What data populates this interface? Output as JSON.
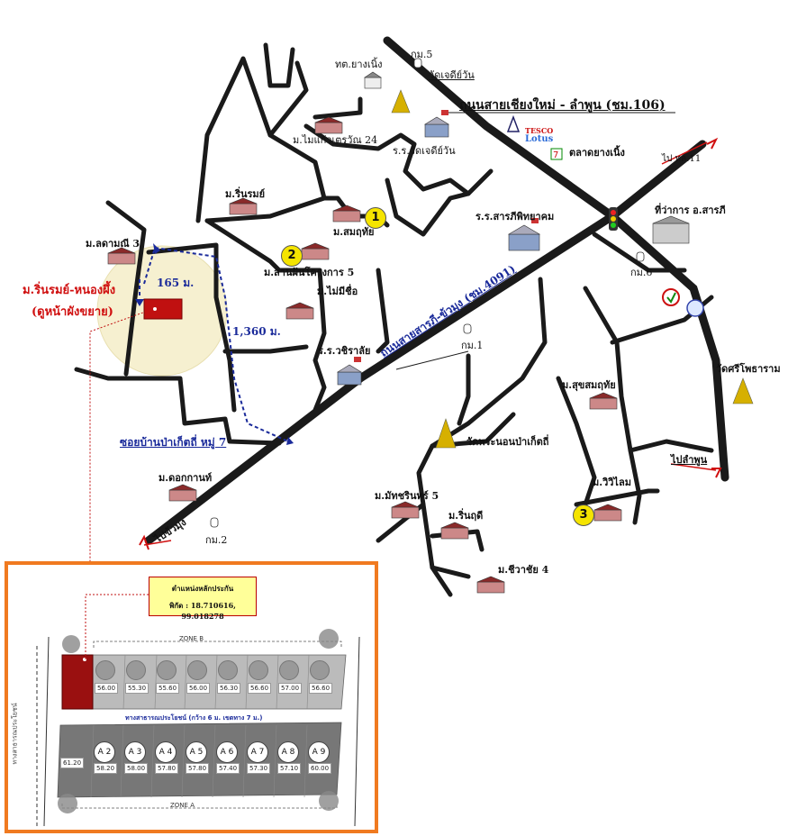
{
  "roads": {
    "main_road": "ถนนสายเชียงใหม่ - ลำพูน (ชม.106)",
    "diag_road": "ถนนสายสารภี-ข้วมุง (ชม.4091)",
    "soi": "ซอยบ้านป่าเก็ตถี่ หมู่ 7",
    "to_khuangmung": "ไปข้วมุง",
    "to_lamphun": "ไปลำพูน",
    "to_11": "ไป ทล.11"
  },
  "landmarks": {
    "km5": "กม.5",
    "wat_chedi_wan": "วัดเจดีย์วัน",
    "thot_yang_noeng": "ทต.ยางเนิ้ง",
    "mu_mai_kaew": "ม.ไมแก้วเตรวัณ 24",
    "rr_wat_chedi_wan": "ร.ร.วัดเจดีย์วัน",
    "tesco": "TESCO",
    "lotus": "Lotus",
    "talat": "ตลาดยางเนิ้ง",
    "m_rinrom": "ม.ริ่นรมย์",
    "m_somchai": "ม.สมฤทัย",
    "rr_saraphi": "ร.ร.สารภีพิทยาคม",
    "amphoe": "ที่ว่าการ อ.สารภี",
    "km6": "กม.6",
    "m_ladamanee": "ม.ลดามณี 3",
    "m_sansin": "ม.สานฝันโครงการ 5",
    "m_noname": "ม.ไม่มีชื่อ",
    "rr_wichai": "ร.ร.วชิราลัย",
    "km1": "กม.1",
    "m_sukhom": "ม.สุขสมฤทัย",
    "wat_sri": "วัดศรีโพธาราม",
    "wat_phra": "วัดพระนอนป่าเก็ตถี่",
    "m_dokkan": "ม.ดอกกานท์",
    "m_wiwilai": "ม.วิวิไลม",
    "m_matcharin": "ม.มัทชรินทร์ 5",
    "km2": "กม.2",
    "m_rinrudee": "ม.ริ่นฤดี",
    "m_chewachai": "ม.ชีวาชัย 4"
  },
  "subject": {
    "title": "ม.ริ่นรมย์-หนองผึ้ง",
    "note": "(ดูหน้าผังขยาย)"
  },
  "distances": {
    "d1": "165 ม.",
    "d2": "1,360 ม."
  },
  "markers": [
    "1",
    "2",
    "3"
  ],
  "inset": {
    "callout_title": "ตำแหน่งหลักประกัน",
    "coords": "พิกัด : 18.710616, 99.018278",
    "zone_b": "ZONE B",
    "zone_a": "ZONE A",
    "street": "ทางสาธารณประโยชน์ (กว้าง 6 ม. เขตทาง 7 ม.)",
    "side_road": "ทางสาธารณประโยชน์",
    "zone_b_values": [
      "56.00",
      "55.30",
      "55.60",
      "56.00",
      "56.30",
      "56.60",
      "57.00",
      "56.60"
    ],
    "zone_a_labels": [
      "A 2",
      "A 3",
      "A 4",
      "A 5",
      "A 6",
      "A 7",
      "A 8",
      "A 9"
    ],
    "zone_a_values": [
      "58.20",
      "58.00",
      "57.80",
      "57.80",
      "57.40",
      "57.30",
      "57.10",
      "60.00"
    ],
    "a1_value": "61.20"
  },
  "colors": {
    "road": "#1a1a1a",
    "plot": "#c01010",
    "inset_border": "#f07a20",
    "dashed_blue": "#1a2a9a",
    "marker": "#f5e400"
  }
}
